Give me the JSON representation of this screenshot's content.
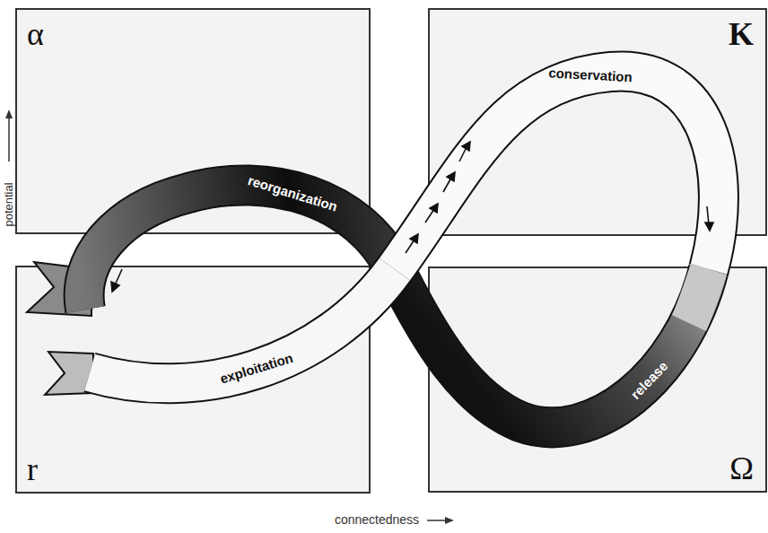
{
  "diagram": {
    "nodes": [
      {
        "text": [
          "α"
        ]
      },
      {
        "text": [
          "K"
        ]
      },
      {
        "text": [
          "r"
        ]
      },
      {
        "text": [
          "Ω"
        ]
      }
    ],
    "labels": [
      "potential",
      "reorganization",
      "conservation",
      "exploitation",
      "release",
      "connectedness"
    ]
  }
}
